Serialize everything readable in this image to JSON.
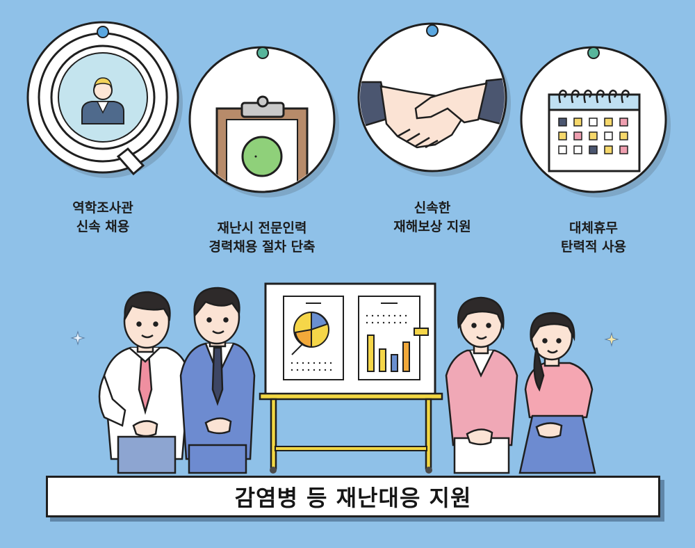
{
  "features": [
    {
      "icon": "magnifier-person-icon",
      "lines": [
        "역학조사관",
        "신속 채용"
      ]
    },
    {
      "icon": "clipboard-icon",
      "lines": [
        "재난시 전문인력",
        "경력채용 절차 단축"
      ]
    },
    {
      "icon": "handshake-icon",
      "lines": [
        "신속한",
        "재해보상 지원"
      ]
    },
    {
      "icon": "calendar-icon",
      "lines": [
        "대체휴무",
        "탄력적 사용"
      ]
    }
  ],
  "banner": {
    "title": "감염병 등 재난대응 지원"
  },
  "colors": {
    "background": "#8fc1e8",
    "dot_blue": "#5aa7e0",
    "dot_green": "#58b59b",
    "clipboard": "#b78b6a",
    "board_frame": "#f2d743",
    "pie_yellow": "#f5d649",
    "pie_orange": "#f2a93a",
    "pie_blue": "#6a8fd0"
  }
}
